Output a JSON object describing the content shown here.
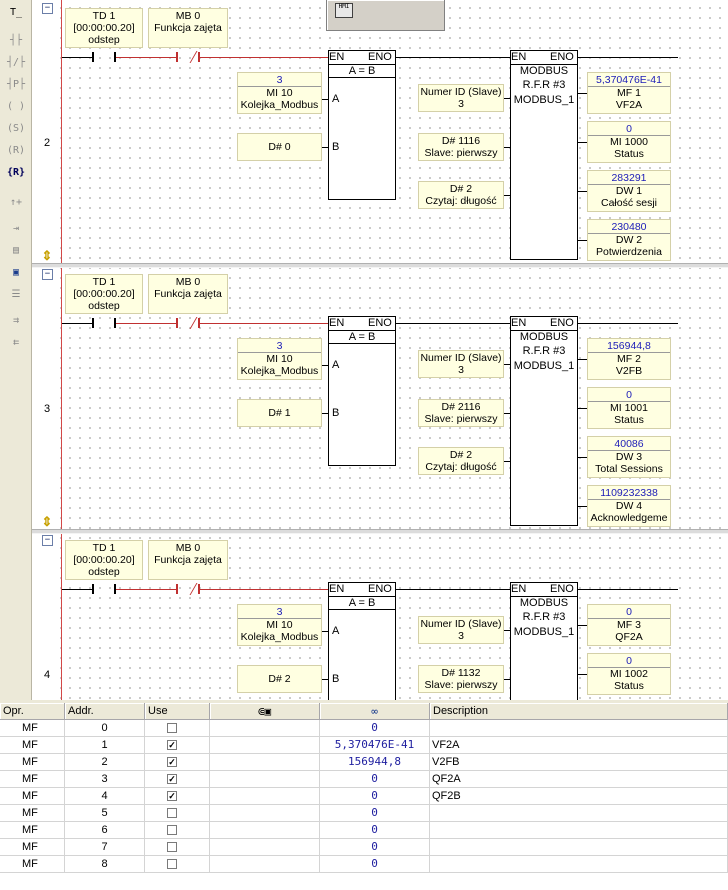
{
  "networks": [
    {
      "number": "2",
      "td": {
        "name": "TD 1",
        "value": "[00:00:00.20]",
        "desc": "odstep"
      },
      "mb": {
        "name": "MB 0",
        "desc": "Funkcja zajęta"
      },
      "cmp": {
        "title": "A = B",
        "en": "EN",
        "eno": "ENO",
        "pin_a": "A",
        "pin_b": "B"
      },
      "a_label": {
        "value": "3",
        "name": "MI 10",
        "desc": "Kolejka_Modbus"
      },
      "b_label": {
        "name": "D# 0"
      },
      "modbus": {
        "en": "EN",
        "eno": "ENO",
        "line1": "MODBUS",
        "line2": "R.F.R #3",
        "line3": "MODBUS_1"
      },
      "inputs": [
        {
          "name": "Numer ID (Slave)",
          "desc": "3"
        },
        {
          "name": "D# 1116",
          "desc": "Slave: pierwszy"
        },
        {
          "name": "D# 2",
          "desc": "Czytaj: długość"
        }
      ],
      "outputs": [
        {
          "value": "5,370476E-41",
          "name": "MF 1",
          "desc": "VF2A"
        },
        {
          "value": "0",
          "name": "MI 1000",
          "desc": "Status"
        },
        {
          "value": "283291",
          "name": "DW 1",
          "desc": "Całość sesji"
        },
        {
          "value": "230480",
          "name": "DW 2",
          "desc": "Potwierdzenia"
        }
      ]
    },
    {
      "number": "3",
      "td": {
        "name": "TD 1",
        "value": "[00:00:00.20]",
        "desc": "odstep"
      },
      "mb": {
        "name": "MB 0",
        "desc": "Funkcja zajęta"
      },
      "cmp": {
        "title": "A = B",
        "en": "EN",
        "eno": "ENO",
        "pin_a": "A",
        "pin_b": "B"
      },
      "a_label": {
        "value": "3",
        "name": "MI 10",
        "desc": "Kolejka_Modbus"
      },
      "b_label": {
        "name": "D# 1"
      },
      "modbus": {
        "en": "EN",
        "eno": "ENO",
        "line1": "MODBUS",
        "line2": "R.F.R #3",
        "line3": "MODBUS_1"
      },
      "inputs": [
        {
          "name": "Numer ID (Slave)",
          "desc": "3"
        },
        {
          "name": "D# 2116",
          "desc": "Slave: pierwszy"
        },
        {
          "name": "D# 2",
          "desc": "Czytaj: długość"
        }
      ],
      "outputs": [
        {
          "value": "156944,8",
          "name": "MF 2",
          "desc": "V2FB"
        },
        {
          "value": "0",
          "name": "MI 1001",
          "desc": "Status"
        },
        {
          "value": "40086",
          "name": "DW 3",
          "desc": "Total Sessions"
        },
        {
          "value": "1109232338",
          "name": "DW 4",
          "desc": "Acknowledgeme"
        }
      ]
    },
    {
      "number": "4",
      "td": {
        "name": "TD 1",
        "value": "[00:00:00.20]",
        "desc": "odstep"
      },
      "mb": {
        "name": "MB 0",
        "desc": "Funkcja zajęta"
      },
      "cmp": {
        "title": "A = B",
        "en": "EN",
        "eno": "ENO",
        "pin_a": "A",
        "pin_b": "B"
      },
      "a_label": {
        "value": "3",
        "name": "MI 10",
        "desc": "Kolejka_Modbus"
      },
      "b_label": {
        "name": "D# 2"
      },
      "modbus": {
        "en": "EN",
        "eno": "ENO",
        "line1": "MODBUS",
        "line2": "R.F.R #3",
        "line3": "MODBUS_1"
      },
      "inputs": [
        {
          "name": "Numer ID (Slave)",
          "desc": "3"
        },
        {
          "name": "D# 1132",
          "desc": "Slave: pierwszy"
        }
      ],
      "outputs": [
        {
          "value": "0",
          "name": "MF 3",
          "desc": "QF2A"
        },
        {
          "value": "0",
          "name": "MI 1002",
          "desc": "Status"
        }
      ]
    }
  ],
  "hmi": {
    "icon_text": "HMI"
  },
  "table": {
    "headers": {
      "opr": "Opr.",
      "addr": "Addr.",
      "use": "Use",
      "desc": "Description"
    },
    "rows": [
      {
        "opr": "MF",
        "addr": "0",
        "use": false,
        "value": "0",
        "desc": ""
      },
      {
        "opr": "MF",
        "addr": "1",
        "use": true,
        "value": "5,370476E-41",
        "desc": "VF2A"
      },
      {
        "opr": "MF",
        "addr": "2",
        "use": true,
        "value": "156944,8",
        "desc": "V2FB"
      },
      {
        "opr": "MF",
        "addr": "3",
        "use": true,
        "value": "0",
        "desc": "QF2A"
      },
      {
        "opr": "MF",
        "addr": "4",
        "use": true,
        "value": "0",
        "desc": "QF2B"
      },
      {
        "opr": "MF",
        "addr": "5",
        "use": false,
        "value": "0",
        "desc": ""
      },
      {
        "opr": "MF",
        "addr": "6",
        "use": false,
        "value": "0",
        "desc": ""
      },
      {
        "opr": "MF",
        "addr": "7",
        "use": false,
        "value": "0",
        "desc": ""
      },
      {
        "opr": "MF",
        "addr": "8",
        "use": false,
        "value": "0",
        "desc": ""
      }
    ]
  },
  "icons": {
    "toolbar": [
      "insert-network-icon",
      "contact-no-icon",
      "contact-nc-icon",
      "contact-p-icon",
      "coil-icon",
      "set-coil-icon",
      "reset-coil-icon",
      "function-block-icon",
      "edge-icon",
      "insert-row-icon",
      "delete-row-icon",
      "comment-icon",
      "label-icon",
      "jump-icon",
      "jump-back-icon"
    ],
    "col_headers": [
      "force-icon",
      "watch-icon"
    ]
  }
}
